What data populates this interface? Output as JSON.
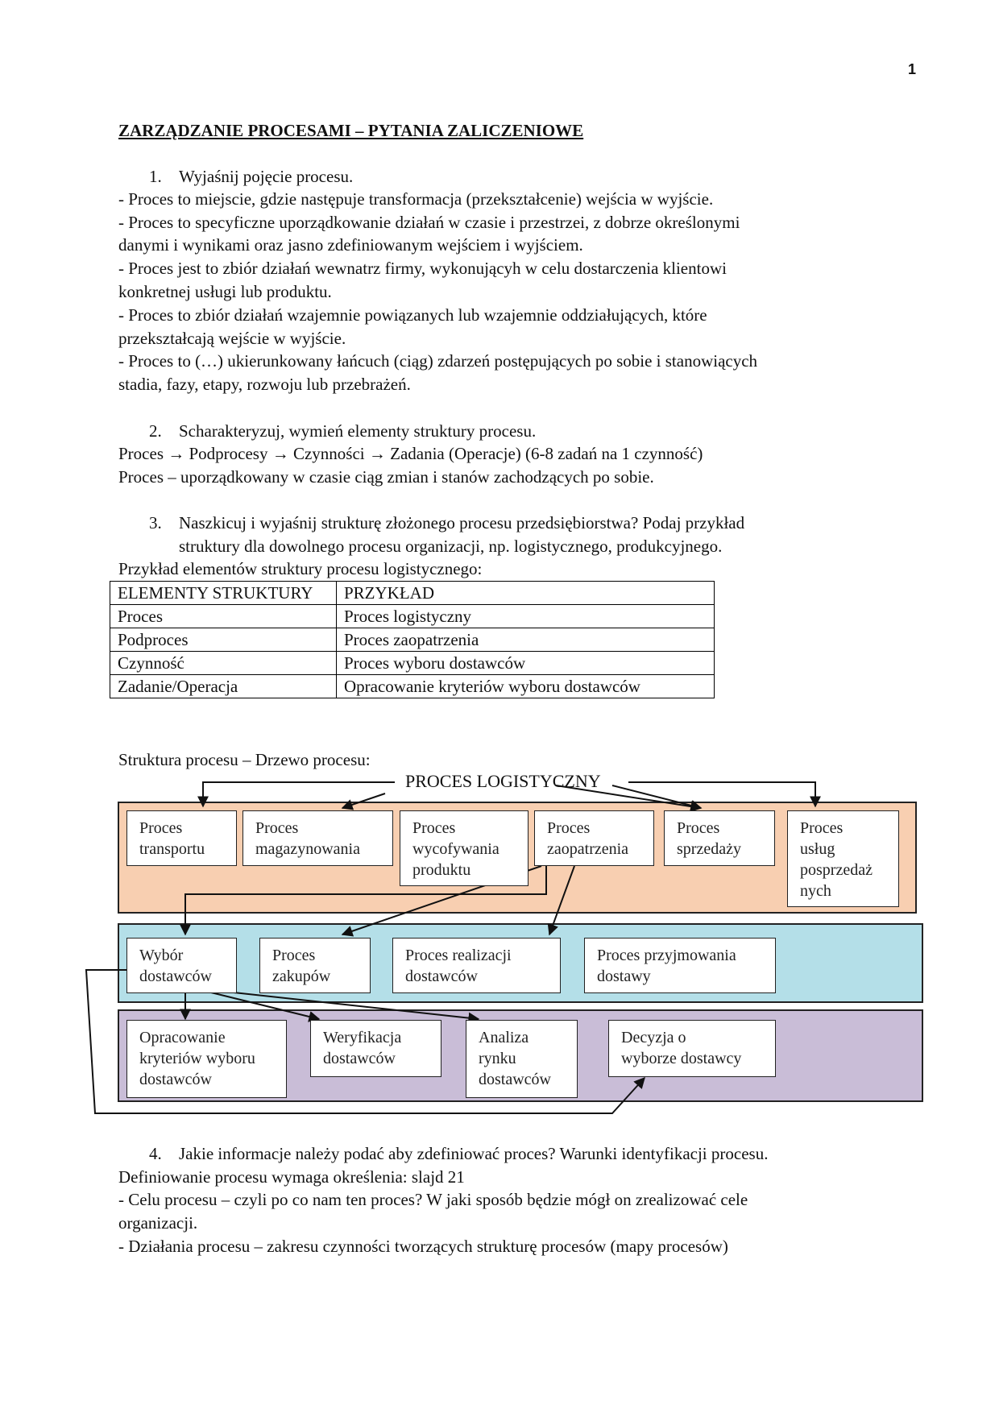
{
  "page_number": "1",
  "title": "ZARZĄDZANIE PROCESAMI – PYTANIA ZALICZENIOWE",
  "q1": {
    "num": "1.",
    "text": "Wyjaśnij pojęcie procesu.",
    "lines": [
      "- Proces to miejscie, gdzie następuje transformacja (przekształcenie) wejścia w wyjście.",
      "- Proces to specyficzne uporządkowanie działań w czasie i przestrzei, z dobrze określonymi",
      "danymi i wynikami oraz jasno zdefiniowanym wejściem i wyjściem.",
      "- Proces jest to zbiór działań wewnatrz firmy, wykonującyh w celu dostarczenia klientowi",
      "konkretnej usługi lub produktu.",
      "- Proces to zbiór działań wzajemnie powiązanych lub wzajemnie oddziałujących, które",
      "przekształcają wejście w wyjście.",
      "- Proces to (…) ukierunkowany łańcuch (ciąg) zdarzeń postępujących po sobie i stanowiących",
      "stadia, fazy, etapy, rozwoju lub przebrażeń."
    ]
  },
  "q2": {
    "num": "2.",
    "text": "Scharakteryzuj, wymień elementy struktury procesu.",
    "lines": [
      "Proces → Podprocesy → Czynności → Zadania (Operacje) (6-8 zadań na 1 czynność)",
      "Proces – uporządkowany w czasie ciąg zmian i stanów zachodzących po sobie."
    ]
  },
  "q3": {
    "num": "3.",
    "text_lines": [
      "Naszkicuj i wyjaśnij strukturę złożonego procesu przedsiębiorstwa? Podaj  przykład",
      "struktury dla dowolnego procesu organizacji, np. logistycznego, produkcyjnego."
    ],
    "table_intro": "Przykład elementów struktury procesu logistycznego:",
    "table": {
      "headers": [
        "ELEMENTY STRUKTURY",
        "PRZYKŁAD"
      ],
      "rows": [
        [
          "Proces",
          "Proces logistyczny"
        ],
        [
          "Podproces",
          "Proces zaopatrzenia"
        ],
        [
          "Czynność",
          "Proces wyboru dostawców"
        ],
        [
          "Zadanie/Operacja",
          "Opracowanie kryteriów wyboru dostawców"
        ]
      ]
    },
    "tree_intro": "Struktura procesu – Drzewo procesu:"
  },
  "diagram": {
    "root": "PROCES LOGISTYCZNY",
    "colors": {
      "level1": "#f8cfb1",
      "level2": "#b4dfe8",
      "level3": "#c9bdd7"
    },
    "level1": [
      [
        "Proces",
        "transportu"
      ],
      [
        "Proces",
        "magazynowania"
      ],
      [
        "Proces",
        "wycofywania",
        "produktu"
      ],
      [
        "Proces",
        "zaopatrzenia"
      ],
      [
        "Proces",
        "sprzedaży"
      ],
      [
        "Proces",
        "usług",
        "posprzedaż",
        "nych"
      ]
    ],
    "level2": [
      [
        "Wybór",
        "dostawców"
      ],
      [
        "Proces",
        "zakupów"
      ],
      [
        "Proces realizacji",
        "dostawców"
      ],
      [
        "Proces przyjmowania",
        "dostawy"
      ]
    ],
    "level3": [
      [
        "Opracowanie",
        "kryteriów wyboru",
        "dostawców"
      ],
      [
        "Weryfikacja",
        "dostawców"
      ],
      [
        "Analiza",
        "rynku",
        "dostawców"
      ],
      [
        "Decyzja o",
        "wyborze dostawcy"
      ]
    ]
  },
  "q4": {
    "num": "4.",
    "text": "Jakie informacje należy podać aby zdefiniować proces? Warunki identyfikacji procesu.",
    "lines": [
      "Definiowanie procesu wymaga określenia: slajd 21",
      "- Celu procesu – czyli po co nam ten proces? W jaki sposób będzie mógł on zrealizować cele",
      "organizacji.",
      "- Działania procesu – zakresu czynności tworzących strukturę procesów (mapy procesów)"
    ]
  }
}
